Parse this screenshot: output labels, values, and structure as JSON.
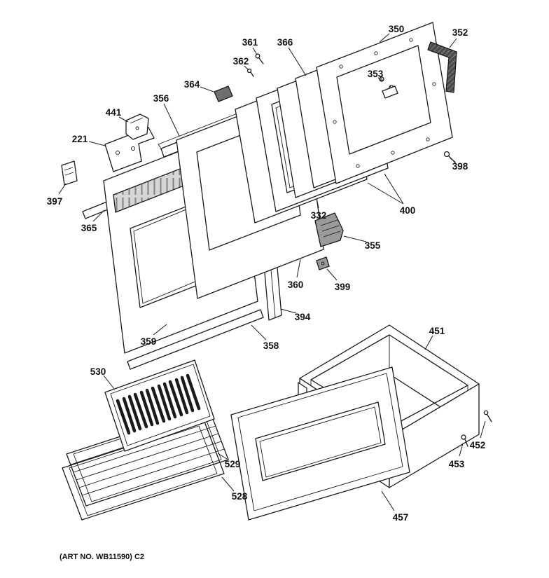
{
  "figure": {
    "art_no": "(ART NO. WB11590) C2"
  },
  "colors": {
    "ink": "#1a1a1a",
    "paper": "#ffffff",
    "metal_light": "#b9b9b9",
    "metal_mid": "#9a9a9a",
    "metal_dark": "#6f6f6f",
    "handle_dark": "#4a4a4a"
  },
  "labels": {
    "221": "221",
    "332": "332",
    "350": "350",
    "352": "352",
    "353": "353",
    "355": "355",
    "356": "356",
    "358": "358",
    "359": "359",
    "360": "360",
    "361": "361",
    "362": "362",
    "364": "364",
    "365": "365",
    "366": "366",
    "394": "394",
    "397": "397",
    "398": "398",
    "399": "399",
    "400": "400",
    "441": "441",
    "451": "451",
    "452": "452",
    "453": "453",
    "457": "457",
    "528": "528",
    "529": "529",
    "530": "530"
  }
}
